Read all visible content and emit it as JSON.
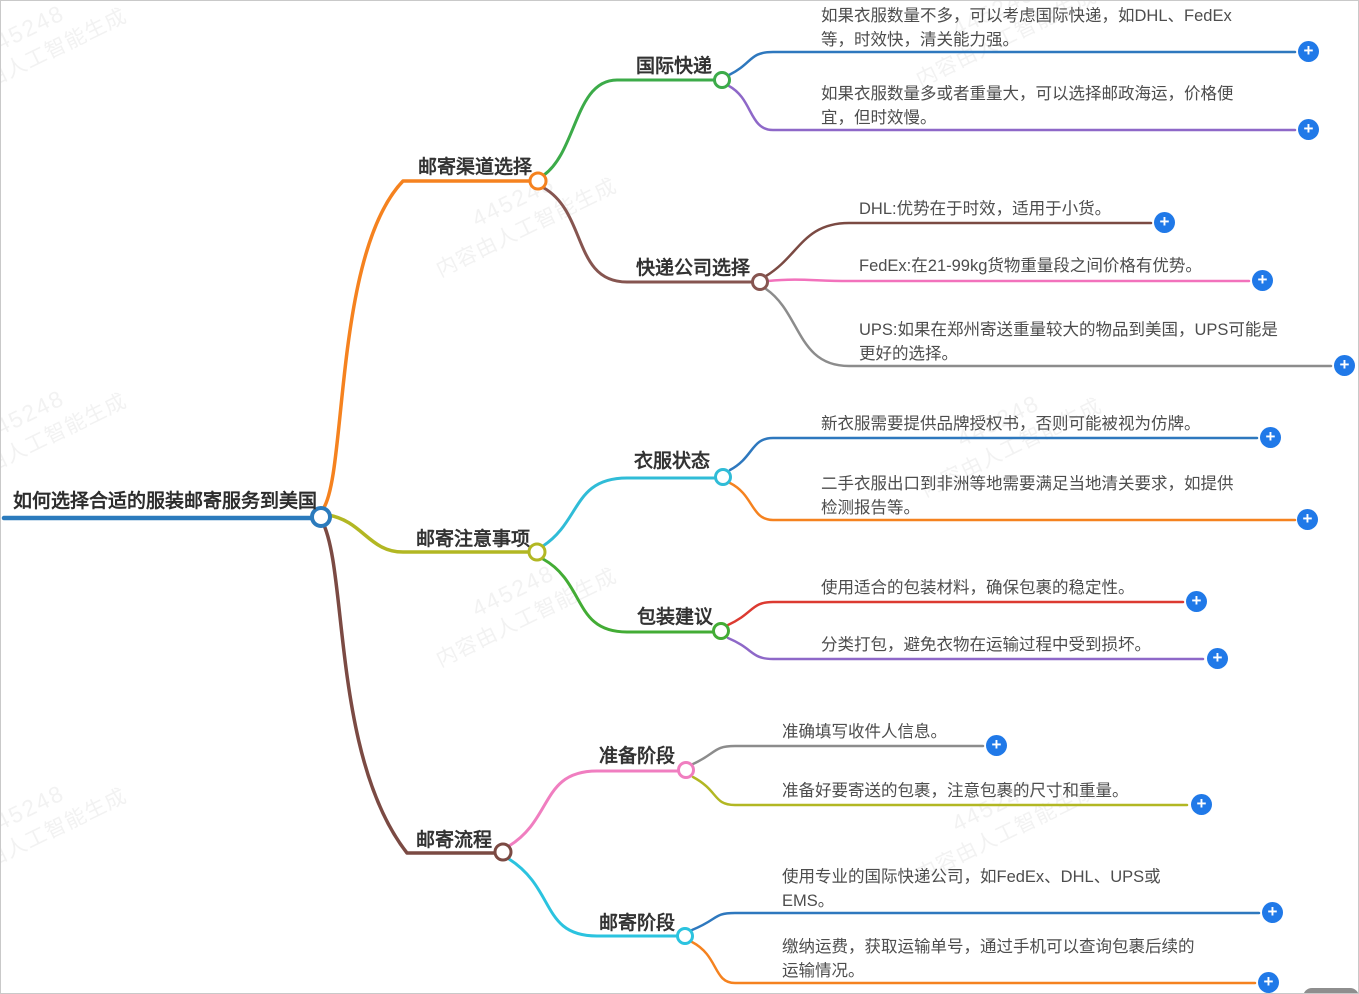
{
  "root": {
    "label": "如何选择合适的服装邮寄服务到美国"
  },
  "branches": [
    {
      "label": "邮寄渠道选择",
      "children": [
        {
          "label": "国际快递",
          "leaves": [
            {
              "text": "如果衣服数量不多，可以考虑国际快递，如DHL、FedEx\n等，时效快，清关能力强。"
            },
            {
              "text": "如果衣服数量多或者重量大，可以选择邮政海运，价格便\n宜，但时效慢。"
            }
          ]
        },
        {
          "label": "快递公司选择",
          "leaves": [
            {
              "text": "DHL:优势在于时效，适用于小货。"
            },
            {
              "text": "FedEx:在21-99kg货物重量段之间价格有优势。"
            },
            {
              "text": "UPS:如果在郑州寄送重量较大的物品到美国，UPS可能是\n更好的选择。"
            }
          ]
        }
      ]
    },
    {
      "label": "邮寄注意事项",
      "children": [
        {
          "label": "衣服状态",
          "leaves": [
            {
              "text": "新衣服需要提供品牌授权书，否则可能被视为仿牌。"
            },
            {
              "text": "二手衣服出口到非洲等地需要满足当地清关要求，如提供\n检测报告等。"
            }
          ]
        },
        {
          "label": "包装建议",
          "leaves": [
            {
              "text": "使用适合的包装材料，确保包裹的稳定性。"
            },
            {
              "text": "分类打包，避免衣物在运输过程中受到损坏。"
            }
          ]
        }
      ]
    },
    {
      "label": "邮寄流程",
      "children": [
        {
          "label": "准备阶段",
          "leaves": [
            {
              "text": "准确填写收件人信息。"
            },
            {
              "text": "准备好要寄送的包裹，注意包裹的尺寸和重量。"
            }
          ]
        },
        {
          "label": "邮寄阶段",
          "leaves": [
            {
              "text": "使用专业的国际快递公司，如FedEx、DHL、UPS或\nEMS。"
            },
            {
              "text": "缴纳运费，获取运输单号，通过手机可以查询包裹后续的\n运输情况。"
            }
          ]
        }
      ]
    }
  ],
  "watermark": {
    "line1": "445248",
    "line2": "内容由人工智能生成"
  },
  "icons": {
    "expand": "+"
  },
  "colors": {
    "root_line": "#2b7bbd",
    "branch_orange": "#f5821f",
    "branch_olive": "#b2b723",
    "branch_dark_brown": "#7b4a43",
    "green_intl_express": "#3cab49",
    "brown_courier": "#865550",
    "cyan_clothes_state": "#30bcd7",
    "green_packing": "#43ac35",
    "pink_prepare": "#f07ec0",
    "cyan_mailing": "#2bc3df",
    "leaf_blue": "#2e78be",
    "leaf_purple": "#8e68c8",
    "leaf_pink": "#f272bc",
    "leaf_gray": "#8c8c8c",
    "leaf_red": "#dc3a31",
    "expand_button_blue": "#2079e8"
  }
}
